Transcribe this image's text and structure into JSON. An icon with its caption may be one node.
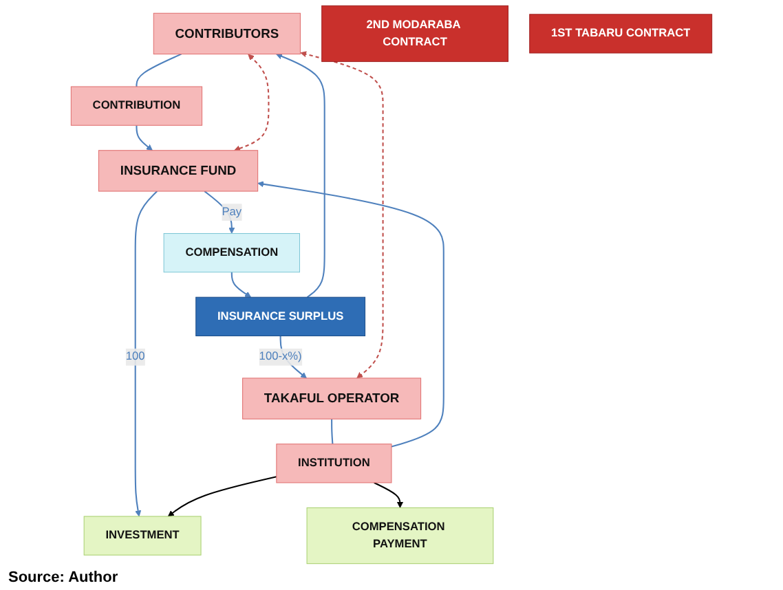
{
  "diagram": {
    "caption": "Source: Author",
    "nodes": [
      {
        "text": [
          "CONTRIBUTORS"
        ]
      },
      {
        "text": [
          "2ND MODARABA CONTRACT"
        ]
      },
      {
        "text": [
          "CONTRIBUTION"
        ]
      },
      {
        "text": [
          "1ST TABARU CONTRACT"
        ]
      },
      {
        "text": [
          "INSURANCE FUND"
        ]
      },
      {
        "text": [
          "COMPENSATION"
        ]
      },
      {
        "text": [
          "INSURANCE SURPLUS"
        ]
      },
      {
        "text": [
          "INSTITUTION"
        ]
      },
      {
        "text": [
          "INVESTMENT"
        ]
      },
      {
        "text": [
          "TAKAFUL OPERATOR"
        ]
      },
      {
        "text": [
          "COMPENSATION PAYMENT"
        ]
      }
    ],
    "edges": [
      {
        "from": 0,
        "to": 2,
        "arrow": "none"
      },
      {
        "from": 2,
        "to": 4,
        "arrow": "to"
      },
      {
        "from": 4,
        "to": 5,
        "arrow": "to",
        "label": "Pay"
      },
      {
        "from": 5,
        "to": 6,
        "arrow": "to"
      },
      {
        "from": 6,
        "to": 0,
        "arrow": "to"
      },
      {
        "from": 4,
        "to": 8,
        "arrow": "to",
        "label": "100"
      },
      {
        "from": 9,
        "to": 7,
        "arrow": "none"
      },
      {
        "from": 7,
        "to": 4,
        "arrow": "to"
      },
      {
        "from": 7,
        "to": 8,
        "arrow": "to",
        "color": "#000000"
      },
      {
        "from": 7,
        "to": 10,
        "arrow": "to",
        "color": "#000000"
      },
      {
        "from": 6,
        "to": 9,
        "arrow": "to",
        "label": "100-x%)"
      },
      {
        "from": 0,
        "to": 9,
        "arrow": "both",
        "style": "dashed",
        "color": "#c0504d"
      },
      {
        "from": 0,
        "to": 4,
        "arrow": "both",
        "style": "dashed",
        "color": "#c0504d"
      }
    ]
  }
}
